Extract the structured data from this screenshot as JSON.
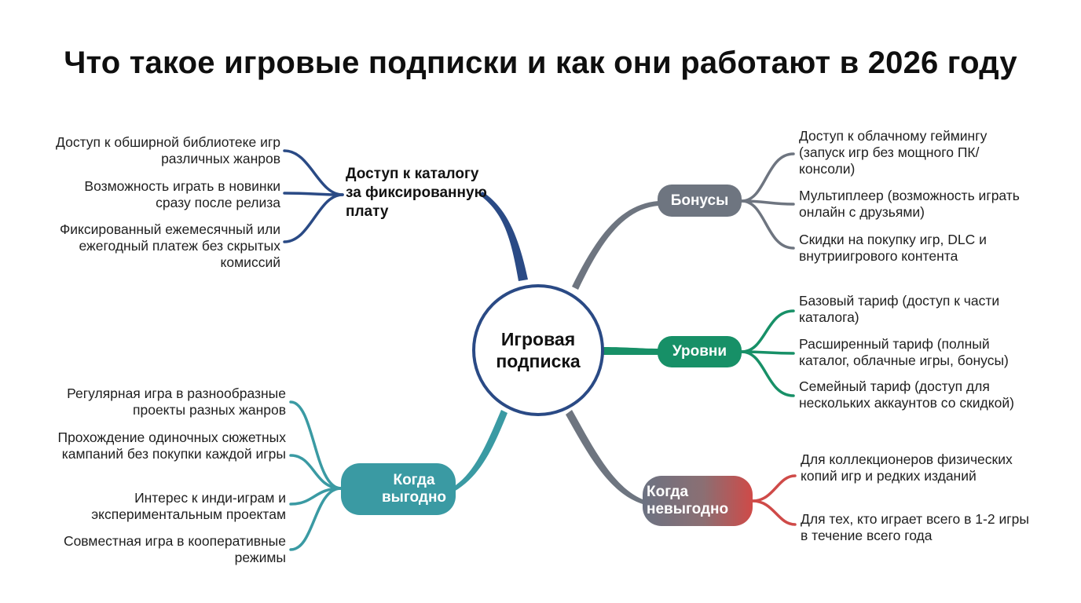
{
  "title": "Что такое игровые подписки и как они работают в 2026 году",
  "center": "Игровая подписка",
  "branches": {
    "catalog": {
      "label": "Доступ к каталогу за фиксированную плату",
      "color": "#2a4a85",
      "items": [
        "Доступ к обширной библиотеке игр различных жанров",
        "Возможность играть в новинки сразу после релиза",
        "Фиксированный ежемесячный или ежегодный платеж без скрытых комиссий"
      ]
    },
    "bonuses": {
      "label": "Бонусы",
      "color": "#6e7580",
      "items": [
        "Доступ к облачному геймингу (запуск игр без мощного ПК/консоли)",
        "Мультиплеер (возможность играть онлайн с друзьями)",
        "Скидки на покупку игр, DLC и внутриигрового контента"
      ]
    },
    "levels": {
      "label": "Уровни",
      "color": "#179067",
      "items": [
        "Базовый тариф (доступ к части каталога)",
        "Расширенный тариф (полный каталог, облачные игры, бонусы)",
        "Семейный тариф (доступ для нескольких аккаунтов со скидкой)"
      ]
    },
    "when_good": {
      "label": "Когда выгодно",
      "color": "#3a9aa3",
      "items": [
        "Регулярная игра в разнообразные проекты разных жанров",
        "Прохождение одиночных сюжетных кампаний без покупки каждой игры",
        "Интерес к инди-играм и экспериментальным проектам",
        "Совместная игра в кооперативные режимы"
      ]
    },
    "when_bad": {
      "label": "Когда невыгодно",
      "color": "#cf4a48",
      "items": [
        "Для коллекционеров физических копий игр и редких изданий",
        "Для тех, кто играет всего в 1-2 игры в течение всего года"
      ]
    }
  }
}
